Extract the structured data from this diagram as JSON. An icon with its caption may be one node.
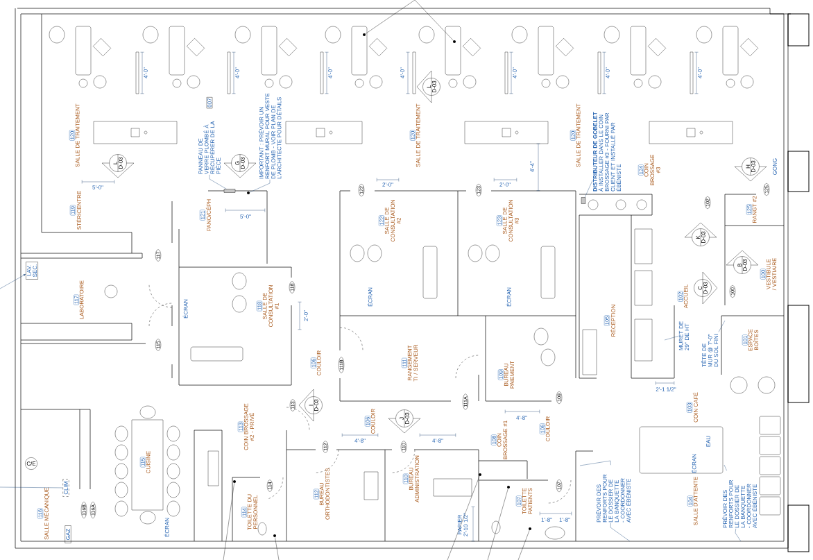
{
  "diagram": {
    "nodes": [
      {
        "text": [
          "PANNEAU DE VERRE PLOMBÉ À RÉCUPÉRER DE LA PIÈCE",
          "007"
        ]
      },
      {
        "text": [
          "IMPORTANT : PRÉVOIR UN RENFORT MURAL POUR VESTE DE PLOMB - VOIR PLAN DE L'ARCHITECTE POUR DÉTAILS"
        ]
      },
      {
        "text": [
          "**DISTRIBUTEUR DE GOBELET** À INSTALLER DANS LE COIN BROSSAGE #3 - FOURNI PAR CLIENT ET INSTALLÉ PAR ÉBÉNISTE"
        ]
      },
      {
        "text": [
          "L",
          "D-03"
        ]
      },
      {
        "text": [
          "120"
        ],
        "beside": [
          "SALLE DE TRAITEMENT"
        ]
      },
      {
        "text": [
          "120"
        ],
        "beside": [
          "SALLE DE TRAITEMENT"
        ]
      },
      {
        "text": [
          "120"
        ],
        "beside": [
          "SALLE DE TRAITEMENT"
        ]
      },
      {
        "text": [
          "G",
          "D-03"
        ]
      },
      {
        "text": [
          "L",
          "D-03"
        ]
      },
      {
        "text": [
          "H",
          "D-03"
        ]
      },
      {
        "text": [
          "124"
        ],
        "beside": [
          "COIN BROSSAGE #3"
        ]
      },
      {
        "text": [
          "122"
        ]
      },
      {
        "text": [
          "123"
        ]
      },
      {
        "text": [
          "125"
        ]
      },
      {
        "text": [
          "125"
        ],
        "beside": [
          "RANGT #2"
        ]
      },
      {
        "text": [
          "102"
        ]
      },
      {
        "text": [
          "119"
        ],
        "beside": [
          "STÉRICENTRE"
        ]
      },
      {
        "text": [
          "121"
        ],
        "beside": [
          "PANO/CÉPH"
        ]
      },
      {
        "text": [
          "122"
        ],
        "beside": [
          "SALLE DE CONSULTATION #2"
        ]
      },
      {
        "text": [
          "123"
        ],
        "beside": [
          "SALLE DE CONSULTATION #3"
        ]
      },
      {
        "text": [
          "K",
          "D-03"
        ]
      },
      {
        "text": [
          "117"
        ]
      },
      {
        "text": [
          "B",
          "D-03"
        ]
      },
      {
        "text": [
          "100"
        ],
        "beside": [
          "VESTIBULE / VESTIAIRE"
        ]
      },
      {
        "text": [
          "118"
        ]
      },
      {
        "text": [
          "100"
        ]
      },
      {
        "text": [
          "C",
          "D-03"
        ]
      },
      {
        "text": [
          "102"
        ],
        "beside": [
          "ACCUEIL"
        ]
      },
      {
        "text": [
          "117"
        ],
        "beside": [
          "LABORATOIRE"
        ]
      },
      {
        "text": [
          "118"
        ],
        "beside": [
          "SALLE DE CONSULTATION #1"
        ]
      },
      {
        "text": [
          "105"
        ],
        "beside": [
          "RÉCEPTION"
        ]
      },
      {
        "text": [
          "MURET DE 29\" DE HT"
        ]
      },
      {
        "text": [
          "101"
        ],
        "beside": [
          "ESPACE BOÎTES"
        ]
      },
      {
        "text": [
          "TÊTE DE MUR @ 7'-0\" DU SOL FINI"
        ]
      },
      {
        "text": [
          "115"
        ]
      },
      {
        "text": [
          "106"
        ],
        "beside": [
          "COULOIR"
        ]
      },
      {
        "text": [
          "111B"
        ]
      },
      {
        "text": [
          "111"
        ],
        "beside": [
          "RANGEMENT TI / SERVEUR"
        ]
      },
      {
        "text": [
          "109"
        ],
        "beside": [
          "BUREAU PAIEMENT"
        ]
      },
      {
        "text": [
          "109"
        ]
      },
      {
        "text": [
          "111A"
        ]
      },
      {
        "text": [
          "113"
        ]
      },
      {
        "text": [
          "I",
          "D-03"
        ]
      },
      {
        "text": [
          "103"
        ],
        "beside": [
          "COIN CAFÉ"
        ]
      },
      {
        "text": [
          "J",
          "D-03"
        ]
      },
      {
        "text": [
          "106"
        ],
        "beside": [
          "COULOIR"
        ]
      },
      {
        "text": [
          "113"
        ],
        "beside": [
          "COIN BROSSAGE #2 - PRIVÉ"
        ]
      },
      {
        "text": [
          "106"
        ],
        "beside": [
          "COULOIR"
        ]
      },
      {
        "text": [
          "108"
        ],
        "beside": [
          "COIN BROSSAGE #1"
        ]
      },
      {
        "text": [
          "112"
        ]
      },
      {
        "text": [
          "110"
        ]
      },
      {
        "text": [
          "115"
        ],
        "beside": [
          "CUISINE"
        ]
      },
      {
        "text": [
          "110"
        ],
        "beside": [
          "BUREAU ADMINISTRATION"
        ]
      },
      {
        "text": [
          "114"
        ]
      },
      {
        "text": [
          "107"
        ]
      },
      {
        "text": [
          "PRÉVOIR DES RENFORTS POUR LE DOSSIER DE LA BANQUETTE - COORDONNER AVEC ÉBÉNISTE"
        ]
      },
      {
        "text": [
          "PRÉVOIR DES RENFORTS POUR LE DOSSIER DE LA BANQUETTE - COORDONNER AVEC ÉBÉNISTE"
        ]
      },
      {
        "text": [
          "112"
        ],
        "beside": [
          "BUREAU ORTHODONTISTES"
        ]
      },
      {
        "text": [
          "107"
        ],
        "beside": [
          "TOILETTE PATIENTS"
        ]
      },
      {
        "text": [
          "104"
        ],
        "beside": [
          "SALLE D'ATTENTE"
        ]
      },
      {
        "text": [
          "114"
        ],
        "beside": [
          "TOILETTE DU PERSONNEL"
        ]
      },
      {
        "text": [
          "116"
        ],
        "beside": [
          "SALLE MÉCANIQUE"
        ]
      },
      {
        "text": [
          "LAV. SEC."
        ]
      },
      {
        "text": [
          "CLIM"
        ]
      },
      {
        "text": [
          "C/E"
        ]
      },
      {
        "text": [
          "GAZ"
        ]
      },
      {
        "text": [
          "116B"
        ]
      },
      {
        "text": [
          "116A"
        ]
      },
      {
        "text": [],
        "shape": "circle"
      },
      {
        "text": [],
        "shape": "circle"
      },
      {
        "text": [],
        "shape": "circle"
      },
      {
        "text": [],
        "shape": "circle"
      },
      {
        "text": [],
        "shape": "circle"
      },
      {
        "text": [],
        "shape": "circle"
      },
      {
        "text": [],
        "shape": "circle"
      },
      {
        "text": [],
        "shape": "box"
      },
      {
        "text": [],
        "shape": "circle"
      },
      {
        "text": [],
        "shape": "box"
      }
    ],
    "edges": [
      {
        "from": 0,
        "to": 75,
        "arrow": "none"
      },
      {
        "from": 1,
        "to": 76,
        "arrow": "none"
      },
      {
        "from": 2,
        "to": 77,
        "arrow": "none"
      },
      {
        "from": 31,
        "to": null,
        "arrow": "none"
      },
      {
        "from": 33,
        "to": null,
        "arrow": "none"
      },
      {
        "from": 55,
        "to": null,
        "arrow": "none"
      },
      {
        "from": 55,
        "to": null,
        "arrow": "none"
      },
      {
        "from": 56,
        "to": null,
        "arrow": "none"
      },
      {
        "from": 56,
        "to": null,
        "arrow": "none"
      },
      {
        "from": null,
        "to": 62,
        "arrow": "to"
      },
      {
        "from": null,
        "to": 63,
        "arrow": "none"
      },
      {
        "from": null,
        "to": 68,
        "arrow": "none",
        "color": "#000000"
      },
      {
        "from": null,
        "to": 69,
        "arrow": "none",
        "color": "#000000"
      },
      {
        "from": null,
        "to": 70,
        "arrow": "none",
        "color": "#000000"
      },
      {
        "from": null,
        "to": 71,
        "arrow": "none",
        "color": "#000000"
      },
      {
        "from": null,
        "to": 72,
        "arrow": "none",
        "color": "#000000"
      },
      {
        "from": null,
        "to": 73,
        "arrow": "none",
        "color": "#000000"
      },
      {
        "from": null,
        "to": 74,
        "arrow": "none",
        "color": "#000000"
      }
    ],
    "labels": [
      "4'-0\"",
      "4'-0\"",
      "4'-0\"",
      "4'-0\"",
      "4'-0\"",
      "4'-0\"",
      "4'-0\"",
      "4'-4\"",
      "GONG",
      "5'-0\"",
      "2'-0\"",
      "2'-0\"",
      "5'-0\"",
      "ÉCRAN",
      "ÉCRAN",
      "ÉCRAN",
      "2'-0\"",
      "2'-1 1/2\"",
      "4'-8\"",
      "4'-8\"",
      "4'-8\"",
      "EAU",
      "ÉCRAN",
      "ÉCRAN",
      "PAPIER 2'-10 1/2\"",
      "1'-8\"",
      "1'-8\""
    ]
  }
}
